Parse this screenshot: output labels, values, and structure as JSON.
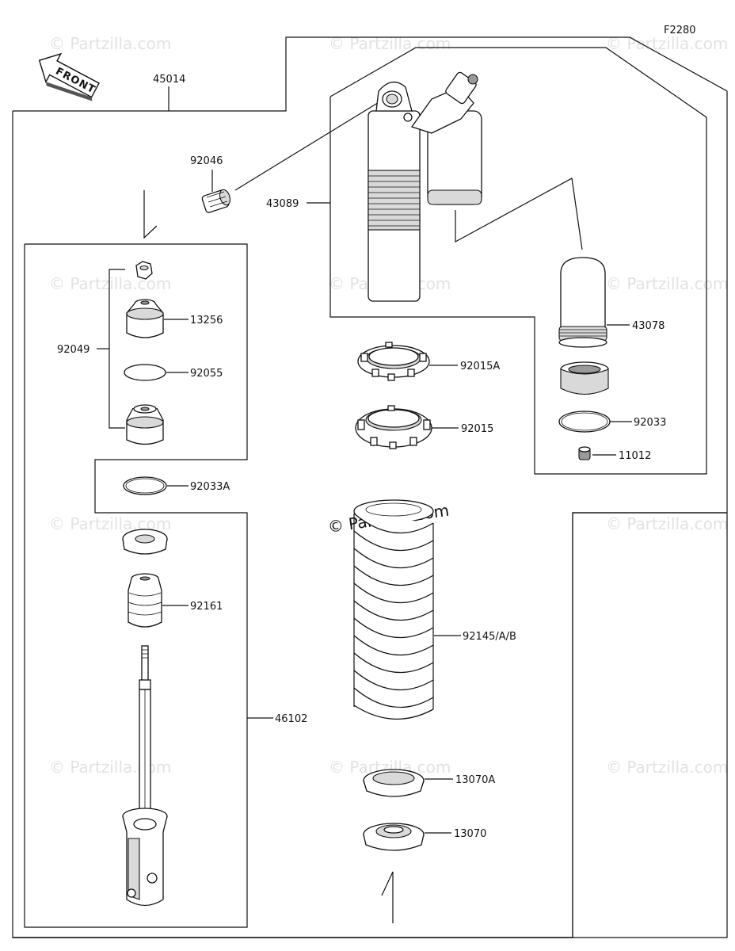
{
  "diagram_id": "F2280",
  "front_label": "FRONT",
  "watermark": "© Partzilla.com",
  "callouts": {
    "p45014": "45014",
    "p92046": "92046",
    "p43089": "43089",
    "p43078": "43078",
    "p92049": "92049",
    "p13256": "13256",
    "p92055": "92055",
    "p92015A": "92015A",
    "p92015": "92015",
    "p92033": "92033",
    "p11012": "11012",
    "p92033A": "92033A",
    "p92161": "92161",
    "p92145": "92145/A/B",
    "p46102": "46102",
    "p13070A": "13070A",
    "p13070": "13070"
  }
}
